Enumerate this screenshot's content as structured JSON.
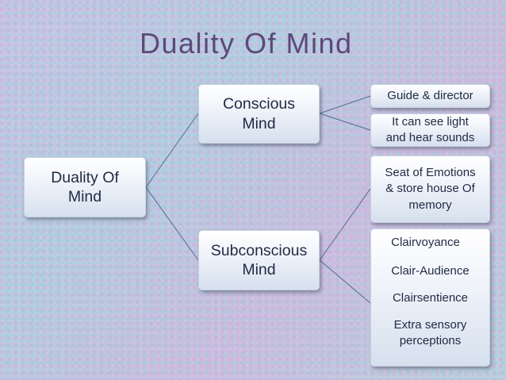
{
  "title": "Duality Of Mind",
  "root": {
    "label": "Duality Of\nMind"
  },
  "conscious": {
    "label": "Conscious\nMind",
    "children": [
      "Guide & director",
      "It can see light\nand hear sounds"
    ]
  },
  "subconscious": {
    "label": "Subconscious\nMind",
    "children": [
      "Seat of Emotions\n& store house Of\nmemory"
    ],
    "abilities": [
      "Clairvoyance",
      "Clair-Audience",
      "Clairsentience",
      "Extra sensory\nperceptions"
    ]
  },
  "colors": {
    "title": "#5b4a7a",
    "connector": "#4f6c8f",
    "text": "#1f2a44"
  }
}
